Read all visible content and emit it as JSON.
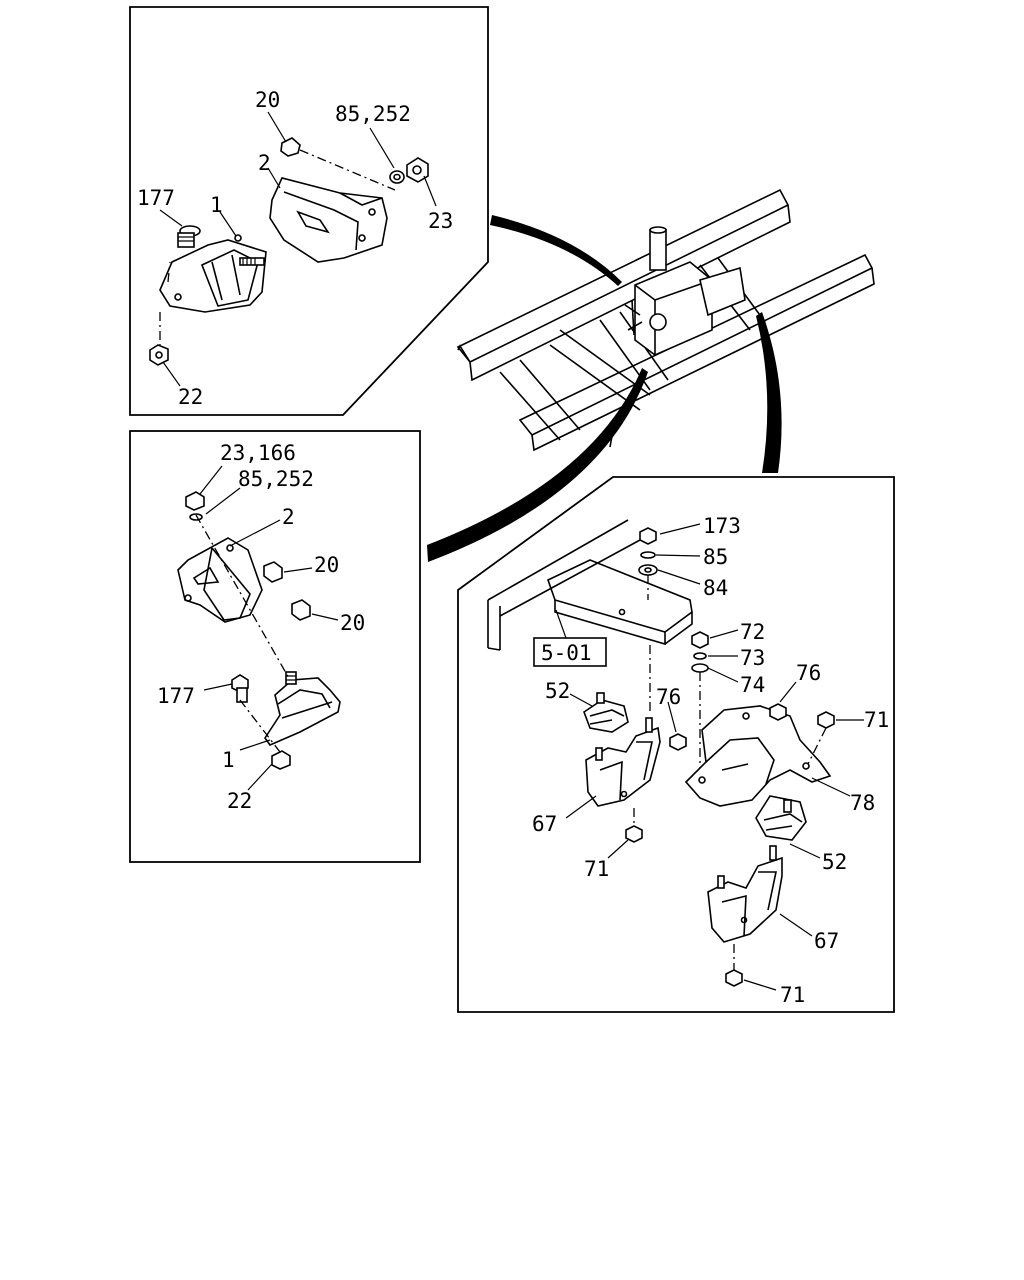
{
  "panels": {
    "top_left": {
      "labels": [
        "20",
        "85,252",
        "2",
        "177",
        "1",
        "23",
        "22"
      ]
    },
    "middle_left": {
      "labels": [
        "23,166",
        "85,252",
        "2",
        "20",
        "20",
        "177",
        "1",
        "22"
      ]
    },
    "right": {
      "labels": [
        "173",
        "85",
        "84",
        "5-01",
        "72",
        "73",
        "74",
        "52",
        "76",
        "76",
        "71",
        "78",
        "67",
        "71",
        "52",
        "67",
        "71"
      ]
    }
  }
}
